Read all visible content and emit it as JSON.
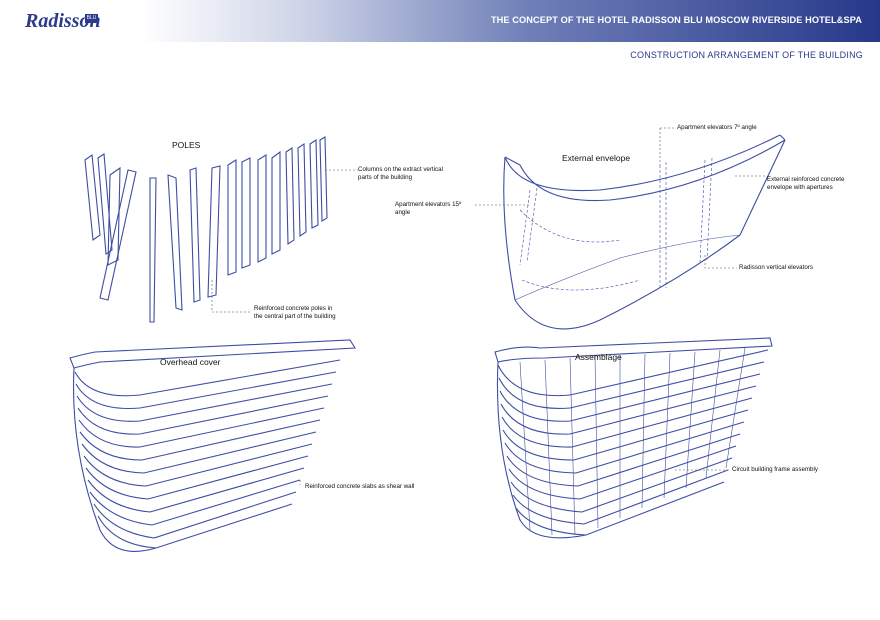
{
  "header": {
    "logo_text": "Radisson",
    "logo_badge": "BLU",
    "title": "THE CONCEPT OF THE HOTEL RADISSON BLU MOSCOW RIVERSIDE HOTEL&SPA",
    "subtitle": "CONSTRUCTION ARRANGEMENT OF THE BUILDING",
    "gradient_color": "#27388a"
  },
  "panels": {
    "poles": {
      "label": "POLES",
      "ann_columns": "Columns on the extract vertical parts of the building",
      "ann_poles": "Reinforced concrete poles in the central part of the building"
    },
    "envelope": {
      "label": "External envelope",
      "ann_apartment_7": "Apartment elevators 7º angle",
      "ann_apartment_15": "Apartment elevators 15º angle",
      "ann_external": "External reinforced concrete envelope with apertures",
      "ann_radisson": "Radisson vertical elevators"
    },
    "overhead": {
      "label": "Overhead cover",
      "ann_slabs": "Reinforced concrete slabs as shear wall"
    },
    "assemblage": {
      "label": "Assemblage",
      "ann_frame": "Circuit building frame assembly"
    }
  },
  "colors": {
    "line": "#3d4ea3",
    "text_title": "#2a3a8c"
  }
}
